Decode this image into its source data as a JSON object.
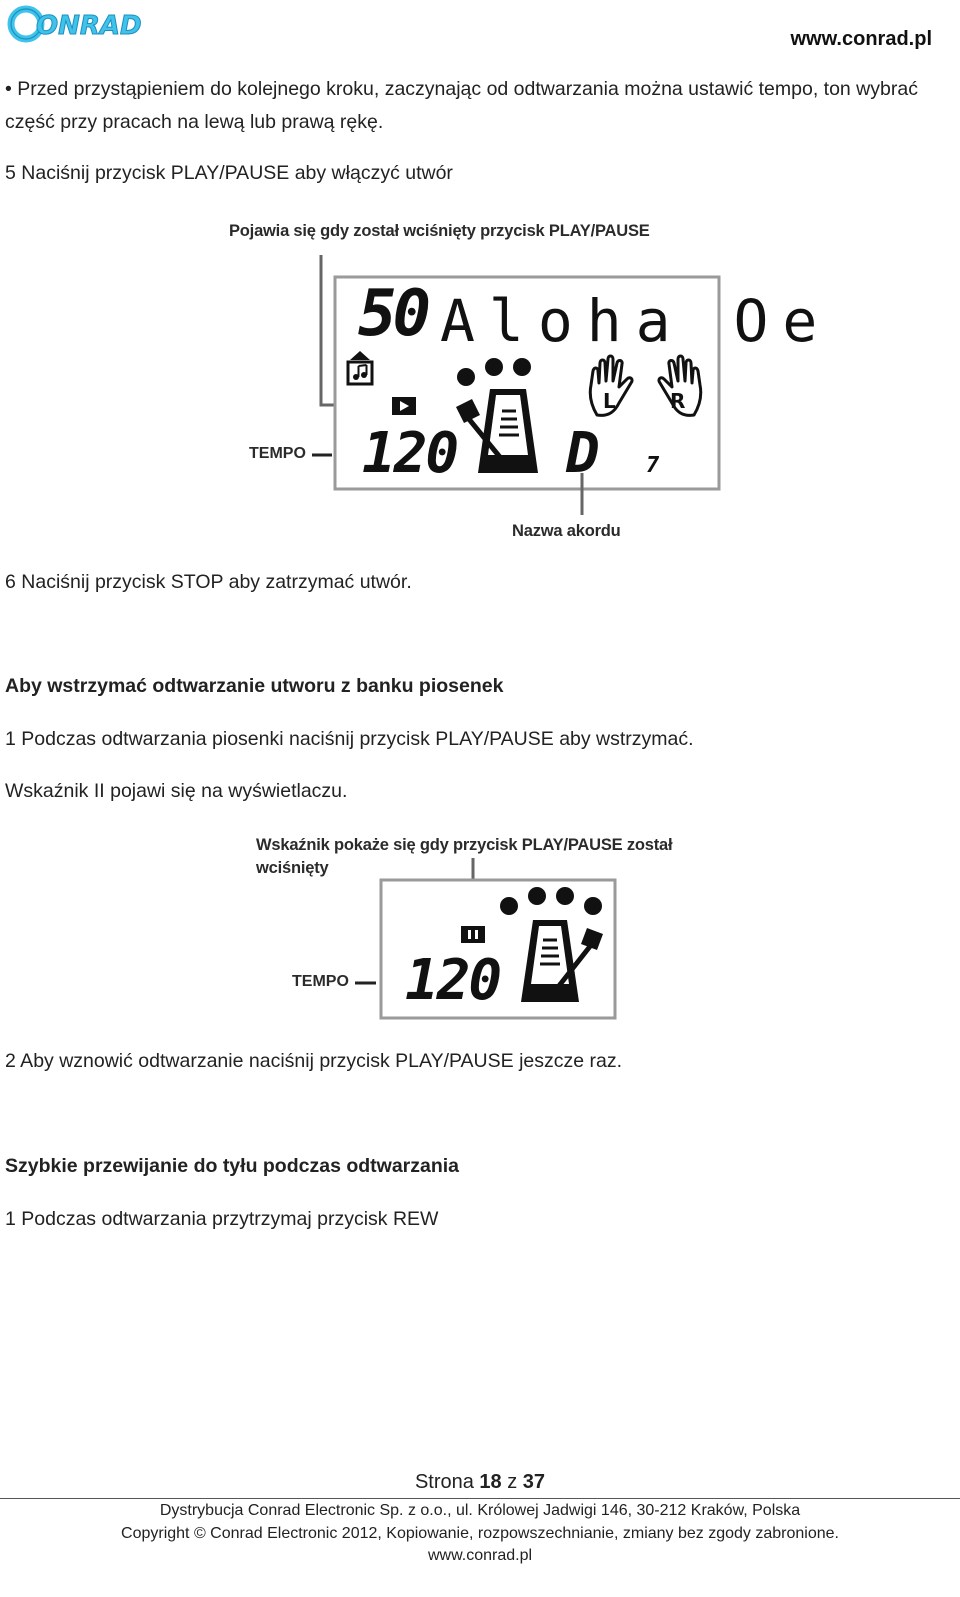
{
  "header": {
    "brand": "ONRAD",
    "website": "www.conrad.pl"
  },
  "body": {
    "bullet_para": "• Przed przystąpieniem do kolejnego kroku, zaczynając od odtwarzania można ustawić tempo, ton wybrać część przy pracach na lewą lub prawą rękę.",
    "step5": "5 Naciśnij przycisk PLAY/PAUSE aby włączyć utwór",
    "figure1": {
      "caption": "Pojawia się gdy został wciśnięty przycisk PLAY/PAUSE",
      "song_number": "50",
      "song_name": "Aloha Oe",
      "tempo_label": "TEMPO",
      "tempo_value": "120",
      "chord": "D",
      "chord_suffix": "7",
      "hand_left": "L",
      "hand_right": "R",
      "chord_label": "Nazwa akordu"
    },
    "step6": "6 Naciśnij przycisk STOP aby zatrzymać utwór.",
    "heading_pause": "Aby wstrzymać odtwarzanie utworu z banku piosenek",
    "pause_step1": "1 Podczas odtwarzania piosenki naciśnij przycisk PLAY/PAUSE aby wstrzymać.",
    "pause_indicator": "Wskaźnik II pojawi się na wyświetlaczu.",
    "figure2": {
      "caption_line1": "Wskaźnik pokaże się gdy przycisk PLAY/PAUSE został",
      "caption_line2": "wciśnięty",
      "tempo_label": "TEMPO",
      "tempo_value": "120"
    },
    "pause_step2": "2 Aby wznowić odtwarzanie naciśnij przycisk PLAY/PAUSE jeszcze raz.",
    "heading_rew": "Szybkie przewijanie do tyłu podczas odtwarzania",
    "rew_step1": "1 Podczas odtwarzania przytrzymaj przycisk REW"
  },
  "footer": {
    "page_prefix": "Strona ",
    "page_current": "18",
    "page_sep": " z ",
    "page_total": "37",
    "distribution": "Dystrybucja Conrad Electronic Sp. z o.o., ul. Królowej Jadwigi 146, 30-212 Kraków, Polska",
    "copyright": "Copyright © Conrad Electronic 2012, Kopiowanie, rozpowszechnianie, zmiany bez zgody zabronione.",
    "website": "www.conrad.pl"
  },
  "colors": {
    "logo_fill": "#3fc3ea",
    "logo_stroke": "#1c8fc0",
    "lcd_border": "#9a9a9a",
    "ink": "#111111"
  }
}
